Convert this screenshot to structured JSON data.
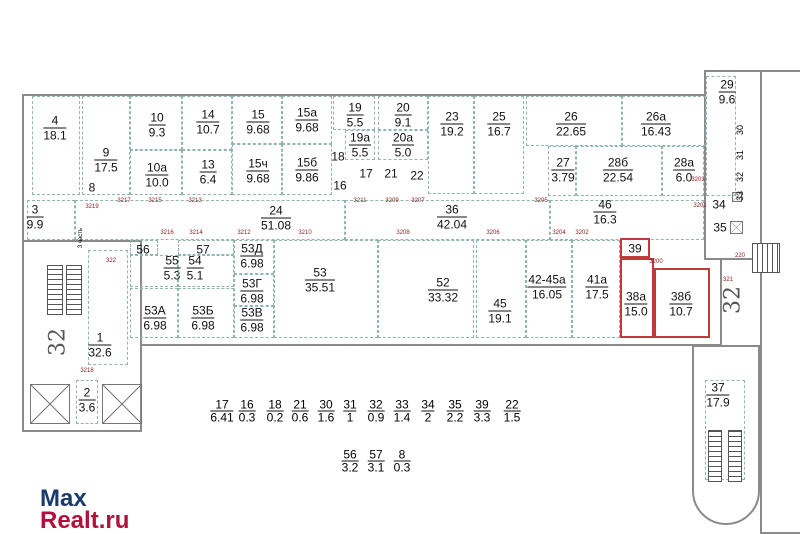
{
  "rooms": [
    {
      "id": "4",
      "area": "18.1"
    },
    {
      "id": "9",
      "area": "17.5"
    },
    {
      "id": "10",
      "area": "9.3"
    },
    {
      "id": "10а",
      "area": "10.0"
    },
    {
      "id": "14",
      "area": "10.7"
    },
    {
      "id": "13",
      "area": "6.4"
    },
    {
      "id": "15",
      "area": "9.68"
    },
    {
      "id": "15а",
      "area": "9.68"
    },
    {
      "id": "15ч",
      "area": "9.68"
    },
    {
      "id": "15б",
      "area": "9.86"
    },
    {
      "id": "19",
      "area": "5.5"
    },
    {
      "id": "19а",
      "area": "5.5"
    },
    {
      "id": "20",
      "area": "9.1"
    },
    {
      "id": "20а",
      "area": "5.0"
    },
    {
      "id": "23",
      "area": "19.2"
    },
    {
      "id": "25",
      "area": "16.7"
    },
    {
      "id": "26",
      "area": "22.65"
    },
    {
      "id": "26а",
      "area": "16.43"
    },
    {
      "id": "27",
      "area": "3.79"
    },
    {
      "id": "28б",
      "area": "22.54"
    },
    {
      "id": "28а",
      "area": "6.0"
    },
    {
      "id": "29",
      "area": "9.6"
    },
    {
      "id": "3",
      "area": "9.9"
    },
    {
      "id": "24",
      "area": "51.08"
    },
    {
      "id": "36",
      "area": "42.04"
    },
    {
      "id": "46",
      "area": "16.3"
    },
    {
      "id": "56",
      "area": ""
    },
    {
      "id": "57",
      "area": ""
    },
    {
      "id": "55",
      "area": "5.3"
    },
    {
      "id": "54",
      "area": "5.1"
    },
    {
      "id": "53Д",
      "area": "6.98"
    },
    {
      "id": "53Г",
      "area": "6.98"
    },
    {
      "id": "53А",
      "area": "6.98"
    },
    {
      "id": "53Б",
      "area": "6.98"
    },
    {
      "id": "53В",
      "area": "6.98"
    },
    {
      "id": "53",
      "area": "35.51"
    },
    {
      "id": "52",
      "area": "33.32"
    },
    {
      "id": "45",
      "area": "19.1"
    },
    {
      "id": "42-45а",
      "area": "16.05"
    },
    {
      "id": "41а",
      "area": "17.5"
    },
    {
      "id": "39",
      "area": ""
    },
    {
      "id": "38а",
      "area": "15.0"
    },
    {
      "id": "38б",
      "area": "10.7"
    },
    {
      "id": "1",
      "area": "32.6"
    },
    {
      "id": "2",
      "area": "3.6"
    },
    {
      "id": "37",
      "area": "17.9"
    },
    {
      "id": "8",
      "area": ""
    },
    {
      "id": "18",
      "area": ""
    },
    {
      "id": "16",
      "area": ""
    },
    {
      "id": "17",
      "area": ""
    },
    {
      "id": "21",
      "area": ""
    },
    {
      "id": "22",
      "area": ""
    },
    {
      "id": "34",
      "area": ""
    },
    {
      "id": "35",
      "area": ""
    }
  ],
  "vertical_rooms": [
    "30",
    "31",
    "32",
    "33"
  ],
  "stair_labels": [
    "32",
    "32"
  ],
  "note_3": "3 часть",
  "doors": [
    "3219",
    "3217",
    "3215",
    "3213",
    "3211",
    "3209",
    "3207",
    "3205",
    "3203",
    "3201",
    "3216",
    "3214",
    "3212",
    "3210",
    "3208",
    "3206",
    "3204",
    "3202",
    "3200",
    "322",
    "3218",
    "220",
    "321"
  ],
  "summary": [
    [
      {
        "id": "17",
        "area": "6.41"
      },
      {
        "id": "16",
        "area": "0.3"
      },
      {
        "id": "18",
        "area": "0.2"
      },
      {
        "id": "21",
        "area": "0.6"
      },
      {
        "id": "30",
        "area": "1.6"
      },
      {
        "id": "31",
        "area": "1"
      },
      {
        "id": "32",
        "area": "0.9"
      },
      {
        "id": "33",
        "area": "1.4"
      },
      {
        "id": "34",
        "area": "2"
      },
      {
        "id": "35",
        "area": "2.2"
      },
      {
        "id": "39",
        "area": "3.3"
      },
      {
        "id": "22",
        "area": "1.5"
      }
    ],
    [
      {
        "id": "56",
        "area": "3.2"
      },
      {
        "id": "57",
        "area": "3.1"
      },
      {
        "id": "8",
        "area": "0.3"
      }
    ]
  ],
  "logo": {
    "line1": "Max",
    "line2": "Realt.ru"
  }
}
